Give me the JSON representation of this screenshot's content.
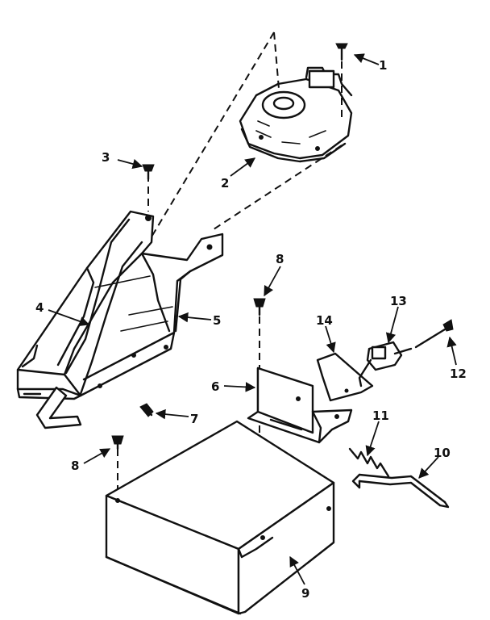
{
  "callouts": {
    "c1": "1",
    "c2": "2",
    "c3": "3",
    "c4": "4",
    "c5": "5",
    "c6": "6",
    "c7": "7",
    "c8a": "8",
    "c8b": "8",
    "c9": "9",
    "c10": "10",
    "c11": "11",
    "c12": "12",
    "c13": "13",
    "c14": "14"
  }
}
